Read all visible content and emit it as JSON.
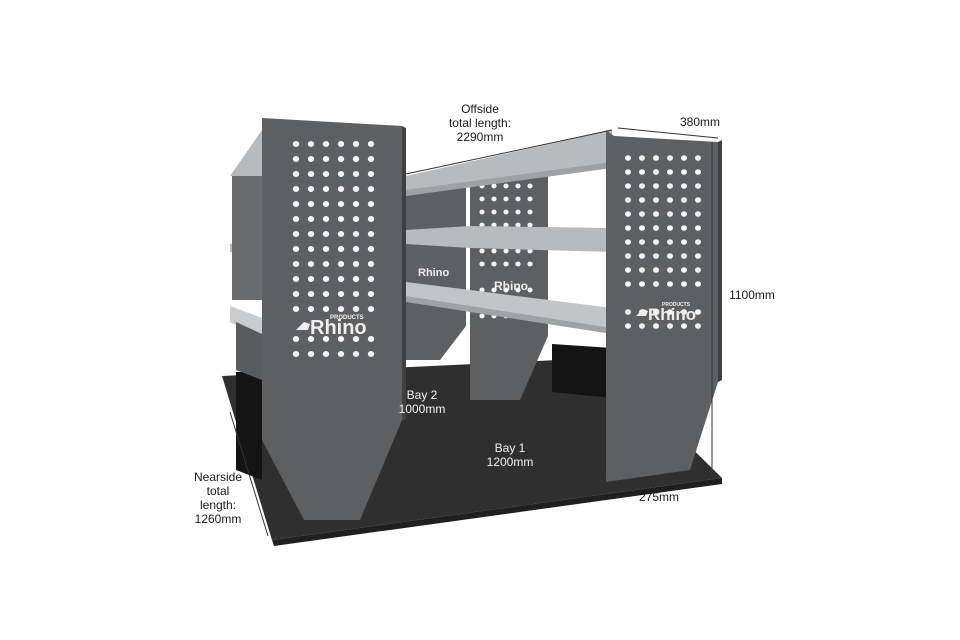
{
  "brand": {
    "name": "Rhino",
    "tagline": "PRODUCTS",
    "logo_icon": "rhino-head-icon"
  },
  "dimensions": {
    "offside": [
      "Offside",
      "total length:",
      "2290mm"
    ],
    "depth": "380mm",
    "height": "1100mm",
    "base_depth": "275mm",
    "bay1": [
      "Bay 1",
      "1200mm"
    ],
    "bay2": [
      "Bay 2",
      "1000mm"
    ],
    "nearside": [
      "Nearside",
      "total",
      "length:",
      "1260mm"
    ]
  },
  "colors": {
    "panel": "#5e5f61",
    "panel_dark": "#4a4b4d",
    "shelf": "#b8babc",
    "shelf_edge": "#9fa1a3",
    "floor": "#2f2f30",
    "hole": "#f4f4f4"
  }
}
